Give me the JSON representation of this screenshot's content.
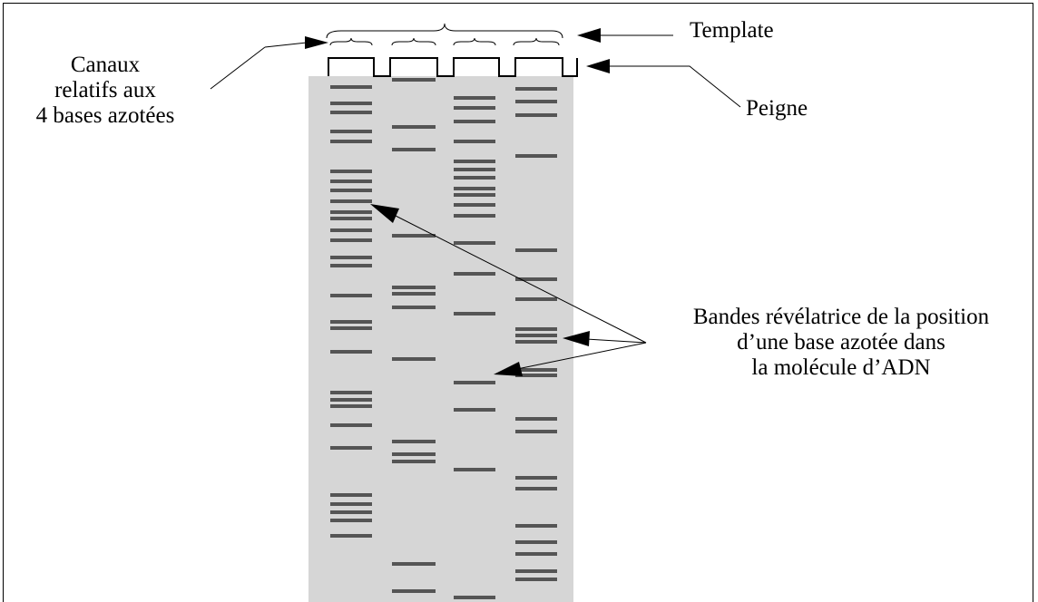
{
  "labels": {
    "template": "Template",
    "peigne": "Peigne",
    "canaux": [
      "Canaux",
      "relatifs aux",
      "4 bases azotées"
    ],
    "bandes": [
      "Bandes révélatrice de la position",
      "d’une base azotée dans",
      "la molécule d’ADN"
    ]
  },
  "colors": {
    "gel": "#d6d6d6",
    "band": "#555555",
    "line": "#000000"
  },
  "gel": {
    "lanes": [
      {
        "bands": [
          96,
          114,
          124,
          145,
          156,
          189,
          200,
          210,
          222,
          234,
          241,
          254,
          265,
          284,
          293,
          326,
          355,
          362,
          388,
          433,
          441,
          448,
          469,
          494,
          546,
          556,
          565,
          574,
          591
        ]
      },
      {
        "bands": [
          88,
          140,
          165,
          260,
          317,
          324,
          339,
          396,
          487,
          501,
          509,
          622,
          652
        ]
      },
      {
        "bands": [
          108,
          119,
          134,
          156,
          178,
          187,
          196,
          208,
          215,
          226,
          238,
          268,
          302,
          346,
          422,
          452,
          518,
          659
        ]
      },
      {
        "bands": [
          98,
          112,
          127,
          172,
          276,
          308,
          330,
          363,
          370,
          377,
          408,
          414,
          462,
          476,
          527,
          539,
          580,
          598,
          611,
          630,
          639
        ]
      }
    ]
  }
}
